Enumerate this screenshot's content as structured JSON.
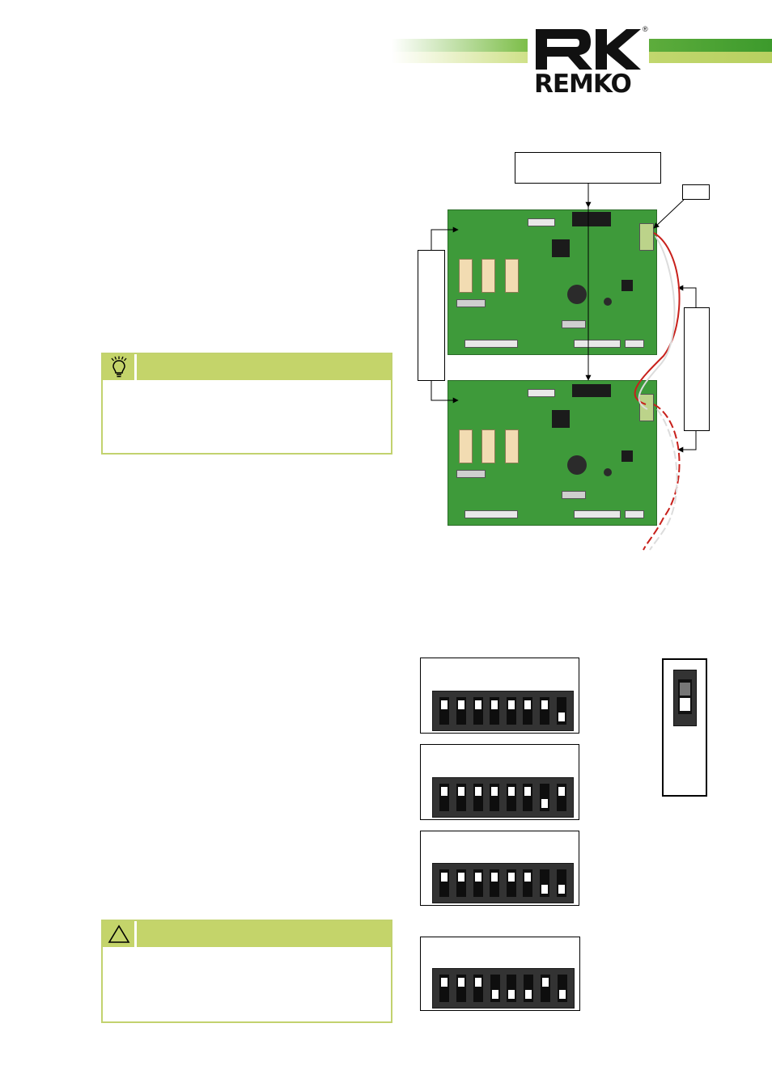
{
  "header": {
    "brand": "REMKO",
    "registered": "®"
  },
  "figure": {
    "top_label": "",
    "small_label": "",
    "left_label": "",
    "right_label": ""
  },
  "notes": [
    {
      "icon": "lightbulb-icon",
      "heading": "",
      "body": ""
    },
    {
      "icon": "warning-triangle-icon",
      "heading": "",
      "body": ""
    }
  ],
  "dip_switches": [
    {
      "label": "",
      "positions": [
        "off",
        "off",
        "off",
        "off",
        "off",
        "off",
        "off",
        "on"
      ]
    },
    {
      "label": "",
      "positions": [
        "off",
        "off",
        "off",
        "off",
        "off",
        "off",
        "on",
        "off"
      ]
    },
    {
      "label": "",
      "positions": [
        "off",
        "off",
        "off",
        "off",
        "off",
        "off",
        "on",
        "on"
      ]
    },
    {
      "label": "",
      "positions": [
        "off",
        "off",
        "off",
        "on",
        "on",
        "on",
        "off",
        "on"
      ]
    }
  ],
  "single_switch": {
    "label": "",
    "position": "on"
  },
  "colors": {
    "accent_green": "#5aa632",
    "note_green": "#c4d46a",
    "pcb_green": "#3e9a3a"
  }
}
